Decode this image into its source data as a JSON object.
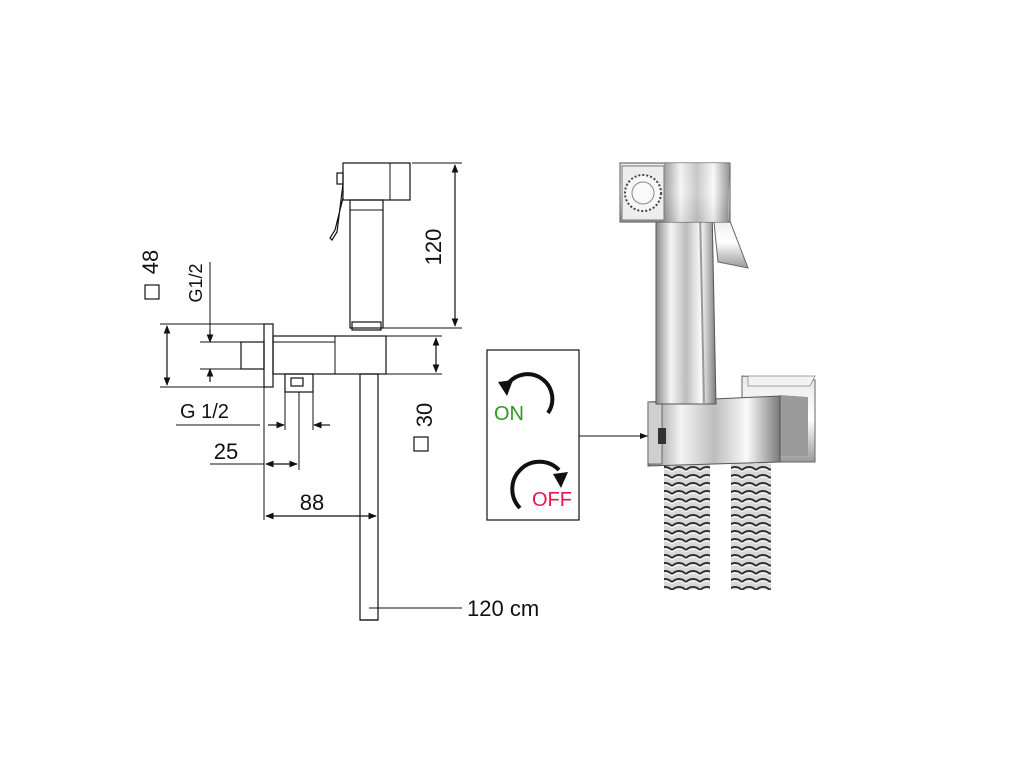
{
  "drawing": {
    "labels": {
      "square48": "48",
      "g12_vertical": "G1/2",
      "height120": "120",
      "g12_horizontal": "G 1/2",
      "square30": "30",
      "width25": "25",
      "width88": "88",
      "hose_length": "120 cm"
    }
  },
  "legend": {
    "on_label": "ON",
    "off_label": "OFF",
    "on_color": "#2e9a1e",
    "off_color": "#e8174b"
  },
  "icons": [
    "square-symbol-icon",
    "rotate-counterclockwise-icon",
    "rotate-clockwise-icon"
  ]
}
